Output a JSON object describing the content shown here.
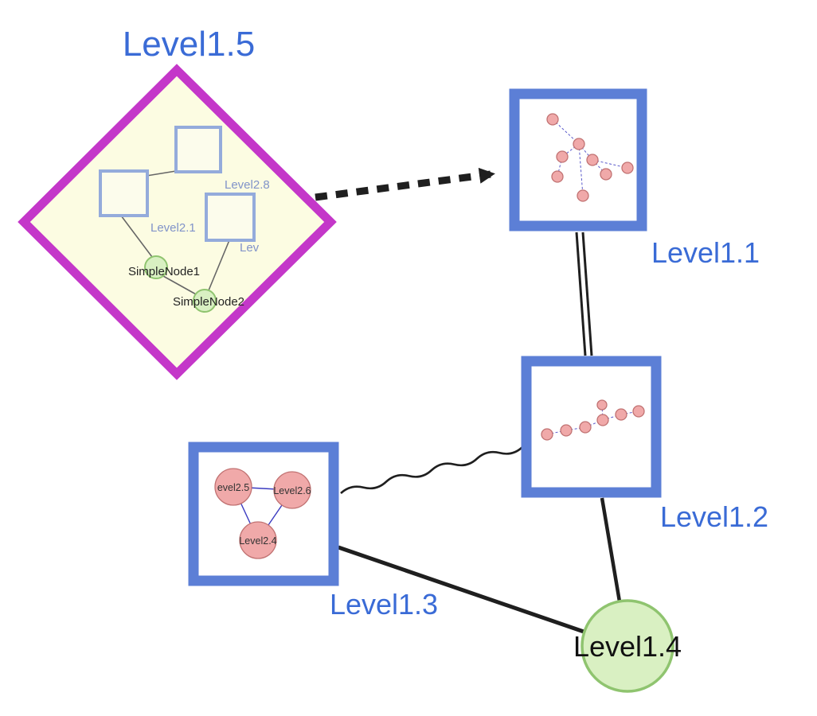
{
  "nodes": {
    "level15": {
      "label": "Level1.5",
      "children": {
        "level28": {
          "label": "Level2.8"
        },
        "level21": {
          "label": "Level2.1"
        },
        "lev": {
          "label": "Lev"
        },
        "simpleNode1": {
          "label": "SimpleNode1"
        },
        "simpleNode2": {
          "label": "SimpleNode2"
        }
      }
    },
    "level11": {
      "label": "Level1.1"
    },
    "level12": {
      "label": "Level1.2"
    },
    "level13": {
      "label": "Level1.3",
      "children": {
        "level25": {
          "label": "evel2.5"
        },
        "level26": {
          "label": "Level2.6"
        },
        "level24": {
          "label": "Level2.4"
        }
      }
    },
    "level14": {
      "label": "Level1.4"
    }
  },
  "colors": {
    "label_blue": "#3A6BD6",
    "diamond_border": "#C437C9",
    "diamond_fill": "#FCFCE2",
    "group_border": "#5C7FD6",
    "inner_square_border": "#94ABDB",
    "green_node_fill": "#D9F0C2",
    "green_node_border": "#8FC46F",
    "pink_node_fill": "#F0A9A9",
    "pink_node_border": "#C17272",
    "edge_color": "#1F1F1F",
    "mini_edge_blue": "#5A5ACB"
  }
}
